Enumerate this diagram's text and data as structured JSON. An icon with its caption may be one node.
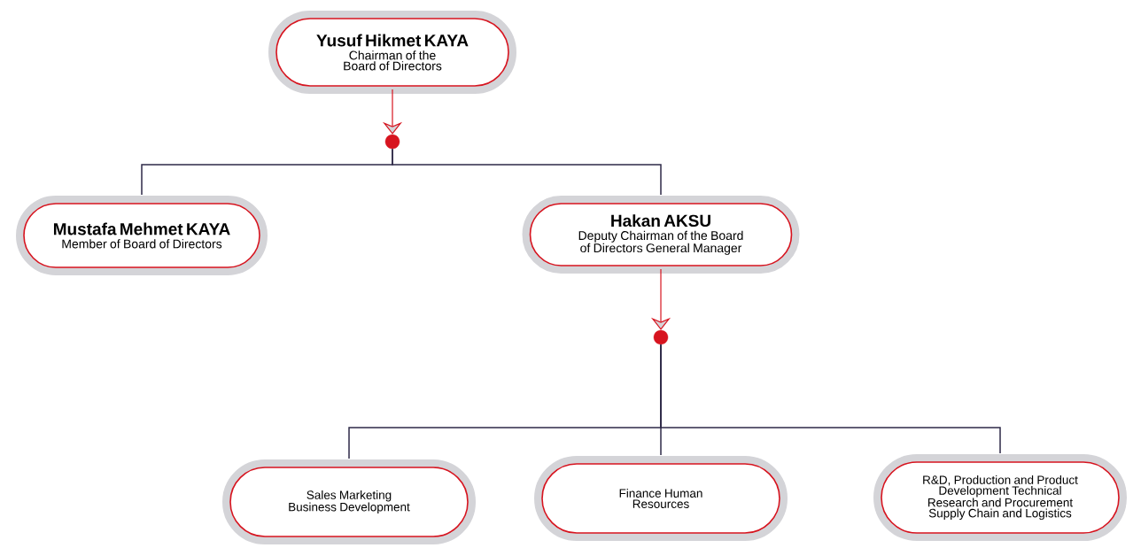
{
  "diagram": {
    "nodes": [
      {
        "text": [
          "Yusuf Hikmet KAYA",
          "Chairman of the Board of Directors"
        ]
      },
      {
        "text": [],
        "shape": "circle"
      },
      {
        "text": [
          "Mustafa Mehmet KAYA",
          "Member of Board of Directors"
        ]
      },
      {
        "text": [
          "Hakan AKSU",
          "Deputy Chairman of the Board of Directors General Manager"
        ]
      },
      {
        "text": [],
        "shape": "circle"
      },
      {
        "text": [
          "Sales Marketing Business Development"
        ]
      },
      {
        "text": [
          "Finance Human Resources"
        ]
      },
      {
        "text": [
          "R&D, Production and Product Development Technical Research and Procurement Supply Chain and Logistics"
        ]
      }
    ],
    "edges": [
      {
        "from": 0,
        "to": 1,
        "arrow": "to",
        "color": "#d7141f"
      },
      {
        "from": 1,
        "to": 2,
        "arrow": "none"
      },
      {
        "from": 1,
        "to": 3,
        "arrow": "none"
      },
      {
        "from": 3,
        "to": 4,
        "arrow": "to",
        "color": "#d7141f"
      },
      {
        "from": 4,
        "to": 5,
        "arrow": "none"
      },
      {
        "from": 4,
        "to": 6,
        "arrow": "none"
      },
      {
        "from": 4,
        "to": 7,
        "arrow": "none"
      }
    ]
  }
}
